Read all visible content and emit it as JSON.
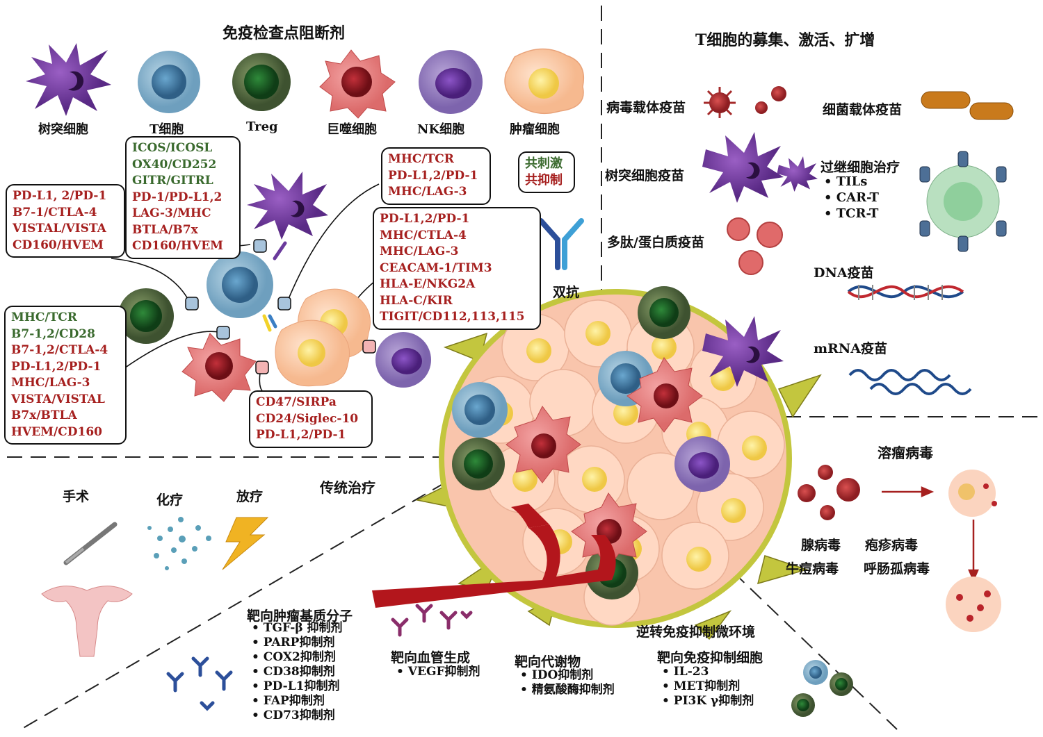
{
  "sections": {
    "checkpoint_title": "免疫检查点阻断剂",
    "tcell_title": "T细胞的募集、激活、扩增",
    "conventional_title": "传统治疗",
    "oncolytic_title": "溶瘤病毒",
    "reverse_title": "逆转免疫抑制微环境"
  },
  "cells": [
    "树突细胞",
    "T细胞",
    "Treg",
    "巨噬细胞",
    "NK细胞",
    "肿瘤细胞"
  ],
  "legend": {
    "costim": "共刺激",
    "coinhib": "共抑制"
  },
  "bispecific": "双抗",
  "box_dc": {
    "green": [
      "ICOS/ICOSL",
      "OX40/CD252",
      "GITR/GITRL"
    ],
    "red": [
      "PD-1/PD-L1,2",
      "LAG-3/MHC",
      "BTLA/B7x",
      "CD160/HVEM"
    ]
  },
  "box_treg": {
    "red": [
      "PD-L1, 2/PD-1",
      "B7-1/CTLA-4",
      "VISTAL/VISTA",
      "CD160/HVEM"
    ]
  },
  "box_macro": {
    "green": [
      "MHC/TCR",
      "B7-1,2/CD28"
    ],
    "red": [
      "B7-1,2/CTLA-4",
      "PD-L1,2/PD-1",
      "MHC/LAG-3",
      "VISTA/VISTAL",
      "B7x/BTLA",
      "HVEM/CD160"
    ]
  },
  "box_tumor": {
    "red": [
      "MHC/TCR",
      "PD-L1,2/PD-1",
      "MHC/LAG-3"
    ]
  },
  "box_nk": {
    "red": [
      "PD-L1,2/PD-1",
      "MHC/CTLA-4",
      "MHC/LAG-3",
      "CEACAM-1/TIM3",
      "HLA-E/NKG2A",
      "HLA-C/KIR",
      "TIGIT/CD112,113,115"
    ]
  },
  "box_macro_tumor": {
    "red": [
      "CD47/SIRPa",
      "CD24/Siglec-10",
      "PD-L1,2/PD-1"
    ]
  },
  "vaccines": {
    "viral": "病毒载体疫苗",
    "bacterial": "细菌载体疫苗",
    "dc": "树突细胞疫苗",
    "adoptive": "过继细胞治疗",
    "adoptive_items": [
      "TILs",
      "CAR-T",
      "TCR-T"
    ],
    "peptide": "多肽/蛋白质疫苗",
    "dna": "DNA疫苗",
    "mrna": "mRNA疫苗"
  },
  "conventional": {
    "surgery": "手术",
    "chemo": "化疗",
    "radio": "放疗"
  },
  "viruses": {
    "adeno": "腺病毒",
    "herpes": "疱疹病毒",
    "vaccinia": "牛痘病毒",
    "reo": "呼肠孤病毒"
  },
  "matrix": {
    "title": "靶向肿瘤基质分子",
    "items": [
      "TGF-β 抑制剂",
      "PARP抑制剂",
      "COX2抑制剂",
      "CD38抑制剂",
      "PD-L1抑制剂",
      "FAP抑制剂",
      "CD73抑制剂"
    ]
  },
  "angio": {
    "title": "靶向血管生成",
    "items": [
      "VEGF抑制剂"
    ]
  },
  "metab": {
    "title": "靶向代谢物",
    "items": [
      "IDO抑制剂",
      "精氨酸酶抑制剂"
    ]
  },
  "suppress": {
    "title": "靶向免疫抑制细胞",
    "items": [
      "IL-23",
      "MET抑制剂",
      "PI3K γ抑制剂"
    ]
  },
  "colors": {
    "red_text": "#a6201f",
    "green_text": "#3a6a2e"
  }
}
